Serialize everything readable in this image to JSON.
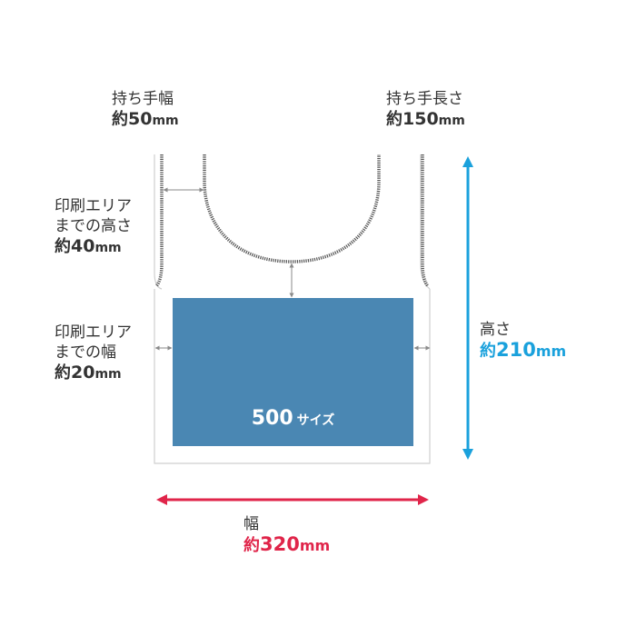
{
  "colors": {
    "print_area": "#4a87b3",
    "outline": "#555555",
    "guide": "#8a8a8a",
    "height_arrow": "#1aa1dc",
    "width_arrow": "#e0254a",
    "text": "#333333"
  },
  "labels": {
    "handle_width": {
      "title": "持ち手幅",
      "prefix": "約",
      "value": "50",
      "unit": "mm"
    },
    "handle_length": {
      "title": "持ち手長さ",
      "prefix": "約",
      "value": "150",
      "unit": "mm"
    },
    "print_top_margin": {
      "line1": "印刷エリア",
      "line2": "までの高さ",
      "prefix": "約",
      "value": "40",
      "unit": "mm"
    },
    "print_side_margin": {
      "line1": "印刷エリア",
      "line2": "までの幅",
      "prefix": "約",
      "value": "20",
      "unit": "mm"
    },
    "height": {
      "title": "高さ",
      "prefix": "約",
      "value": "210",
      "unit": "mm"
    },
    "width": {
      "title": "幅",
      "prefix": "約",
      "value": "320",
      "unit": "mm"
    }
  },
  "print_area_label": {
    "size": "500",
    "suffix": "サイズ"
  }
}
